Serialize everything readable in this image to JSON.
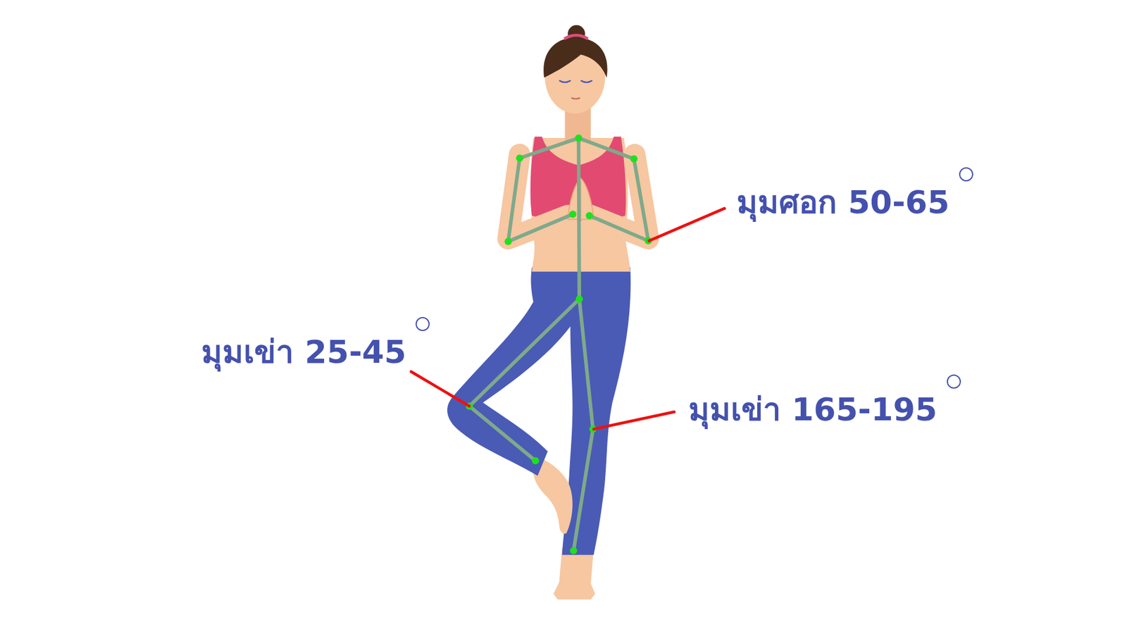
{
  "diagram": {
    "labels": [
      "มุมศอก 50-65",
      "มุมเข่า 25-45",
      "มุมเข่า 165-195"
    ]
  }
}
